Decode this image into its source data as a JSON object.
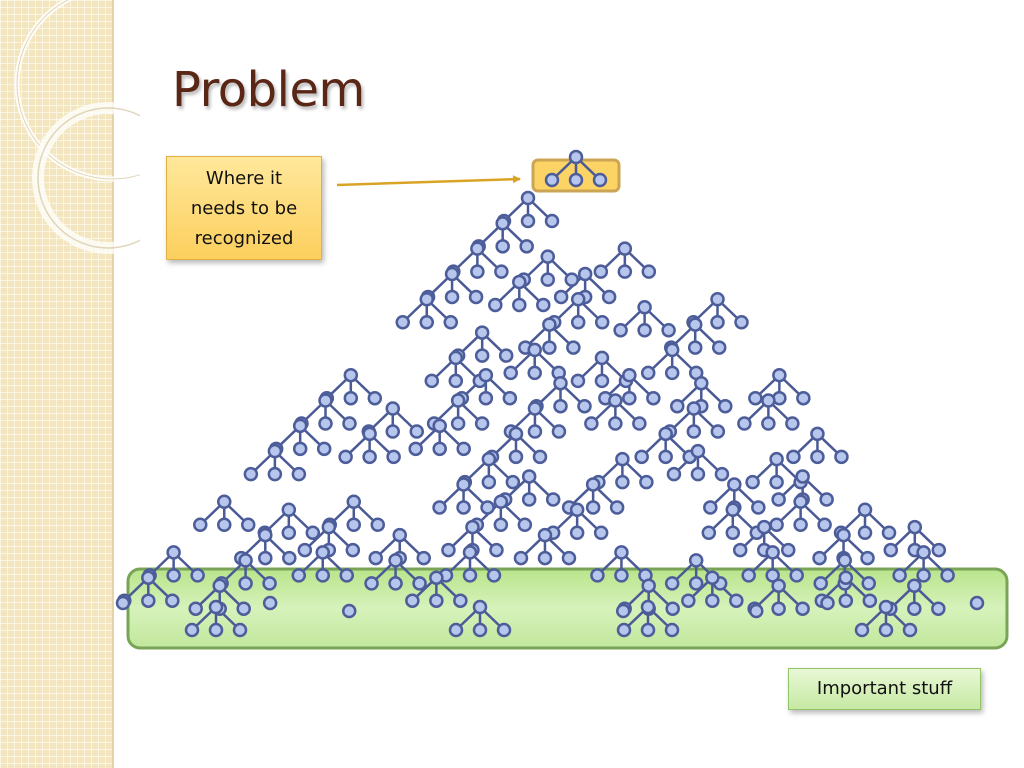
{
  "slide": {
    "title": "Problem"
  },
  "callouts": {
    "top_label": "Where it\nneeds to be\nrecognized",
    "bottom_label": "Important stuff"
  },
  "colors": {
    "node_fill": "#b7c6ec",
    "node_stroke": "#4d5d99",
    "edge": "#4a5a96",
    "top_highlight": "#fcd25e",
    "bottom_band": "#c4ea9e",
    "arrow": "#d9a325",
    "title": "#5a2616"
  }
}
